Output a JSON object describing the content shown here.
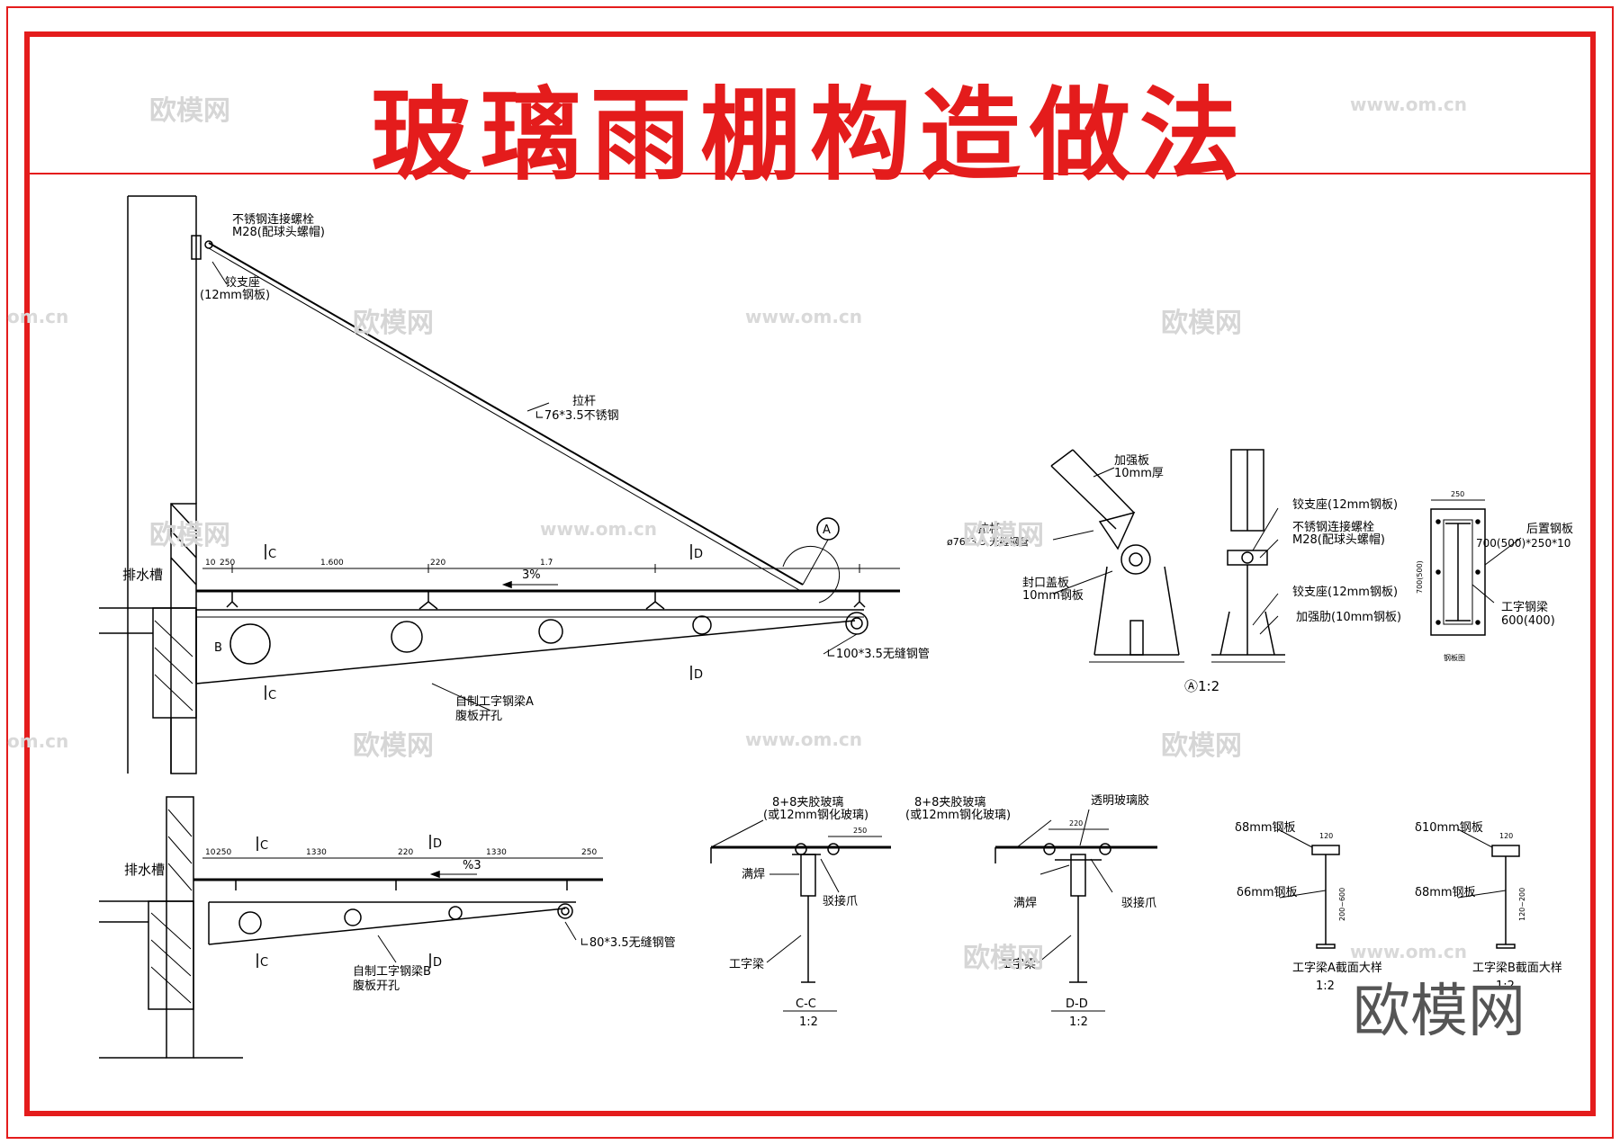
{
  "title": "玻璃雨棚构造做法",
  "watermarks": [
    "欧模网",
    "www.om.cn",
    "om.cn"
  ],
  "brand": "欧模网",
  "colors": {
    "title": "#e41c1c",
    "frame": "#e41c1c",
    "line": "#000000"
  },
  "main_elevation": {
    "bolt_label_1": "不锈钢连接螺栓",
    "bolt_label_2": "M28(配球头螺帽)",
    "hinge_label_1": "铰支座",
    "hinge_label_2": "(12mm钢板)",
    "rod_label_1": "拉杆",
    "rod_label_2": "∟76*3.5不锈钢",
    "gutter": "排水槽",
    "slope": "3%",
    "dims": [
      "10",
      "250",
      "1.600",
      "220",
      "1.7̀"
    ],
    "beam_label_1": "自制工字钢梁A",
    "beam_label_2": "腹板开孔",
    "pipe_label": "∟100*3.5无缝钢管",
    "sec_c": "C",
    "sec_d": "D",
    "callout_a": "A",
    "mark_b": "B"
  },
  "lower_elevation": {
    "gutter": "排水槽",
    "slope": "%3",
    "dims": [
      "10",
      "250",
      "1330",
      "220",
      "1330",
      "250"
    ],
    "beam_label_1": "自制工字钢梁B",
    "beam_label_2": "腹板开孔",
    "pipe_label": "∟80*3.5无缝钢管",
    "sec_c": "C",
    "sec_d": "D"
  },
  "detail_a": {
    "stiff_plate_1": "加强板",
    "stiff_plate_2": "10mm厚",
    "rod_1": "拉杆",
    "rod_2": "ø76*3.5 无缝钢管",
    "cap_1": "封口盖板",
    "cap_2": "10mm钢板",
    "hinge_1": "铰支座(12mm钢板)",
    "bolt_1": "不锈钢连接螺栓",
    "bolt_2": "M28(配球头螺帽)",
    "hinge_2": "铰支座(12mm钢板)",
    "rib": "加强肋(10mm钢板)",
    "scale": "Ⓐ1:2"
  },
  "anchor_plate": {
    "label_1": "后置钢板",
    "label_2": "700(500)*250*10",
    "beam_1": "工字钢梁",
    "beam_2": "600(400)",
    "caption": "钢板图",
    "dim_top": "250",
    "dim_side": "700(500)"
  },
  "section_cc": {
    "glass_1": "8+8夹胶玻璃",
    "glass_2": "(或12mm钢化玻璃)",
    "weld": "满焊",
    "claw": "驳接爪",
    "beam": "工字梁",
    "name": "C-C",
    "scale": "1:2",
    "dim": "250"
  },
  "section_dd": {
    "glass_1": "8+8夹胶玻璃",
    "glass_2": "(或12mm钢化玻璃)",
    "sealant": "透明玻璃胶",
    "weld": "满焊",
    "claw": "驳接爪",
    "beam": "工字梁",
    "name": "D-D",
    "scale": "1:2",
    "dim": "220"
  },
  "beam_a_section": {
    "top": "δ8mm钢板",
    "web": "δ6mm钢板",
    "name": "工字梁A截面大样",
    "scale": "1:2",
    "dim_top": "120",
    "dim_h": "200~600"
  },
  "beam_b_section": {
    "top": "δ10mm钢板",
    "web": "δ8mm钢板",
    "name": "工字梁B截面大样",
    "scale": "1:2",
    "dim_top": "120",
    "dim_h": "120~200"
  }
}
